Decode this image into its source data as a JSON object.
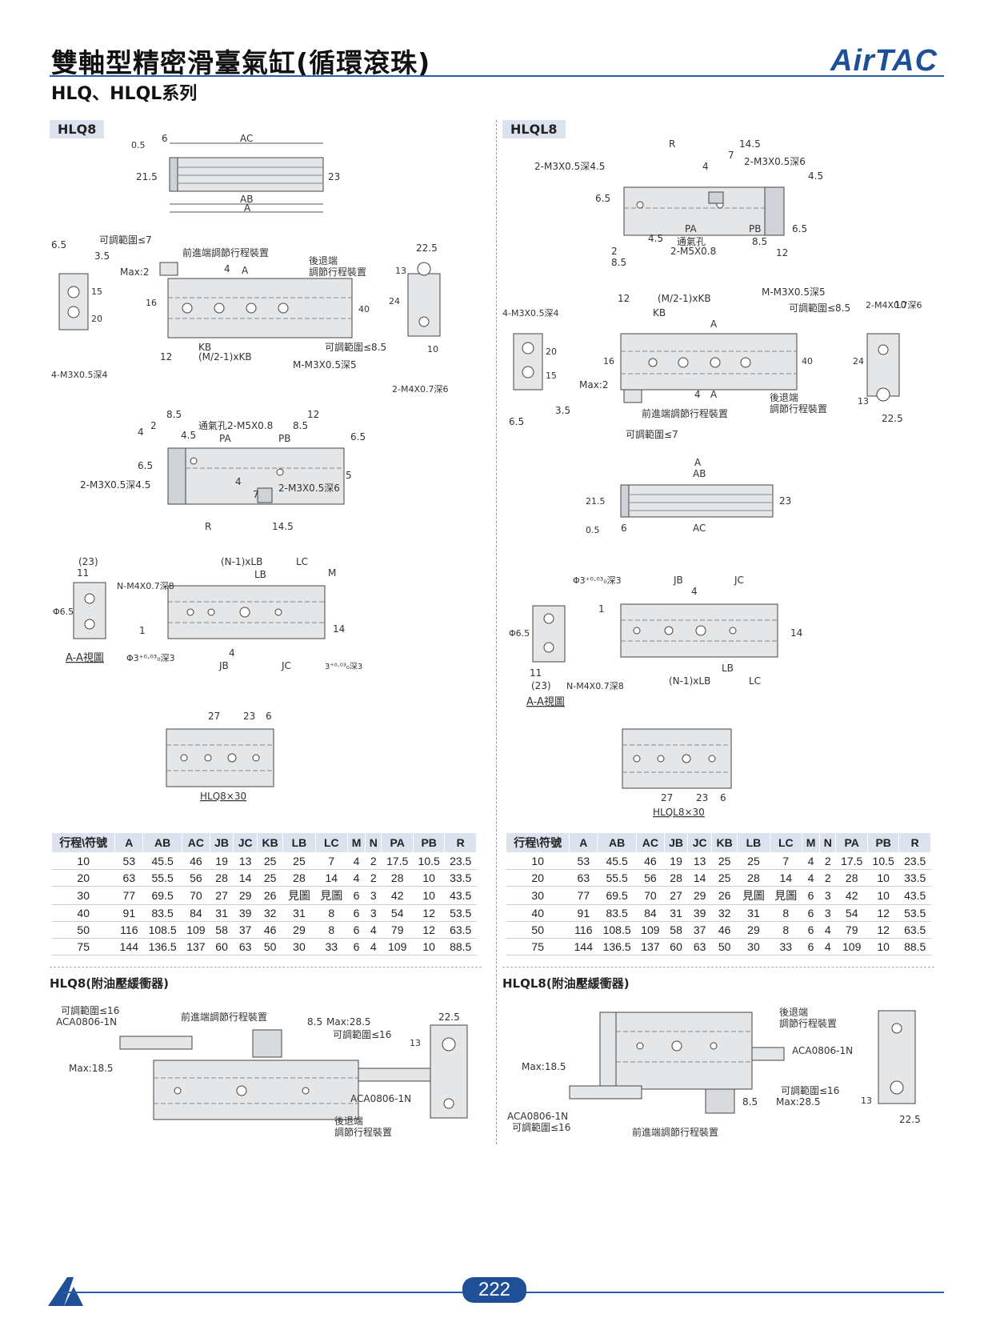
{
  "header": {
    "title": "雙軸型精密滑臺氣缸(循環滾珠)",
    "subtitle": "HLQ、HLQL系列",
    "brand": "AirTAC"
  },
  "left": {
    "tag": "HLQ8",
    "dims_top": [
      "0.5",
      "6",
      "AC",
      "21.5",
      "23",
      "AB",
      "A"
    ],
    "dims_front": [
      "可調範圍≤7",
      "6.5",
      "3.5",
      "前進端調節行程裝置",
      "Max:2",
      "4",
      "A",
      "後退端",
      "調節行程裝置",
      "16",
      "15",
      "20",
      "40",
      "KB",
      "12",
      "(M/2-1)xKB",
      "可調範圍≤8.5",
      "M-M3X0.5深5",
      "4-M3X0.5深4",
      "22.5",
      "13",
      "24",
      "10",
      "2-M4X0.7深6"
    ],
    "dims_bottom": [
      "8.5",
      "2",
      "通氣孔2-M5X0.8",
      "12",
      "4.5",
      "8.5",
      "PA",
      "PB",
      "6.5",
      "4",
      "6.5",
      "2-M3X0.5深4.5",
      "4",
      "2-M3X0.5深6",
      "7",
      "5",
      "R",
      "14.5"
    ],
    "dims_aa": [
      "(23)",
      "11",
      "N-M4X0.7深8",
      "(N-1)xLB",
      "LC",
      "LB",
      "Φ6.5",
      "M",
      "1",
      "14",
      "4",
      "A-A視圖",
      "Φ3⁺⁰·⁰³₀深3",
      "JB",
      "JC",
      "3⁺⁰·⁰³₀深3"
    ],
    "dims_30": [
      "27",
      "23",
      "6",
      "HLQ8×30"
    ],
    "section2": "HLQ8(附油壓緩衝器)",
    "dims_sec2": [
      "可調範圍≤16",
      "ACA0806-1N",
      "前進端調節行程裝置",
      "8.5",
      "Max:28.5",
      "可調範圍≤16",
      "22.5",
      "13",
      "Max:18.5",
      "ACA0806-1N",
      "後退端",
      "調節行程裝置"
    ]
  },
  "right": {
    "tag": "HLQL8",
    "dims_top": [
      "R",
      "14.5",
      "2-M3X0.5深4.5",
      "7",
      "2-M3X0.5深6",
      "4",
      "4.5",
      "6.5",
      "PA",
      "PB",
      "4.5",
      "通氣孔",
      "8.5",
      "6.5",
      "2",
      "2-M5X0.8",
      "12",
      "8.5"
    ],
    "dims_front": [
      "4-M3X0.5深4",
      "12",
      "(M/2-1)xKB",
      "M-M3X0.5深5",
      "2-M4X0.7深6",
      "KB",
      "A",
      "可調範圍≤8.5",
      "10",
      "20",
      "15",
      "16",
      "40",
      "24",
      "Max:2",
      "4",
      "A",
      "後退端",
      "調節行程裝置",
      "13",
      "前進端調節行程裝置",
      "6.5",
      "3.5",
      "22.5",
      "可調範圍≤7"
    ],
    "dims_side": [
      "A",
      "AB",
      "21.5",
      "23",
      "0.5",
      "6",
      "AC"
    ],
    "dims_aa": [
      "Φ3⁺⁰·⁰³₀深3",
      "JB",
      "JC",
      "4",
      "1",
      "Φ6.5",
      "14",
      "11",
      "(23)",
      "N-M4X0.7深8",
      "LB",
      "(N-1)xLB",
      "LC",
      "A-A視圖"
    ],
    "dims_30": [
      "27",
      "23",
      "6",
      "HLQL8×30"
    ],
    "section2": "HLQL8(附油壓緩衝器)",
    "dims_sec2": [
      "後退端",
      "調節行程裝置",
      "ACA0806-1N",
      "Max:18.5",
      "可調範圍≤16",
      "13",
      "8.5",
      "Max:28.5",
      "22.5",
      "ACA0806-1N",
      "可調範圍≤16",
      "前進端調節行程裝置"
    ]
  },
  "table": {
    "headers": [
      "行程\\符號",
      "A",
      "AB",
      "AC",
      "JB",
      "JC",
      "KB",
      "LB",
      "LC",
      "M",
      "N",
      "PA",
      "PB",
      "R"
    ],
    "left_rows": [
      [
        "10",
        "53",
        "45.5",
        "46",
        "19",
        "13",
        "25",
        "25",
        "7",
        "4",
        "2",
        "17.5",
        "10.5",
        "23.5"
      ],
      [
        "20",
        "63",
        "55.5",
        "56",
        "28",
        "14",
        "25",
        "28",
        "14",
        "4",
        "2",
        "28",
        "10",
        "33.5"
      ],
      [
        "30",
        "77",
        "69.5",
        "70",
        "27",
        "29",
        "26",
        "見圖",
        "見圖",
        "6",
        "3",
        "42",
        "10",
        "43.5"
      ],
      [
        "40",
        "91",
        "83.5",
        "84",
        "31",
        "39",
        "32",
        "31",
        "8",
        "6",
        "3",
        "54",
        "12",
        "53.5"
      ],
      [
        "50",
        "116",
        "108.5",
        "109",
        "58",
        "37",
        "46",
        "29",
        "8",
        "6",
        "4",
        "79",
        "12",
        "63.5"
      ],
      [
        "75",
        "144",
        "136.5",
        "137",
        "60",
        "63",
        "50",
        "30",
        "33",
        "6",
        "4",
        "109",
        "10",
        "88.5"
      ]
    ],
    "right_rows": [
      [
        "10",
        "53",
        "45.5",
        "46",
        "19",
        "13",
        "25",
        "25",
        "7",
        "4",
        "2",
        "17.5",
        "10.5",
        "23.5"
      ],
      [
        "20",
        "63",
        "55.5",
        "56",
        "28",
        "14",
        "25",
        "28",
        "14",
        "4",
        "2",
        "28",
        "10",
        "33.5"
      ],
      [
        "30",
        "77",
        "69.5",
        "70",
        "27",
        "29",
        "26",
        "見圖",
        "見圖",
        "6",
        "3",
        "42",
        "10",
        "43.5"
      ],
      [
        "40",
        "91",
        "83.5",
        "84",
        "31",
        "39",
        "32",
        "31",
        "8",
        "6",
        "3",
        "54",
        "12",
        "53.5"
      ],
      [
        "50",
        "116",
        "108.5",
        "109",
        "58",
        "37",
        "46",
        "29",
        "8",
        "6",
        "4",
        "79",
        "12",
        "63.5"
      ],
      [
        "75",
        "144",
        "136.5",
        "137",
        "60",
        "63",
        "50",
        "30",
        "33",
        "6",
        "4",
        "109",
        "10",
        "88.5"
      ]
    ]
  },
  "footer": {
    "page_number": "222"
  },
  "colors": {
    "accent": "#1f4f96",
    "rule": "#2a5ea8",
    "tag_bg": "#dde3ee",
    "body_fill": "#e4e6e8"
  }
}
